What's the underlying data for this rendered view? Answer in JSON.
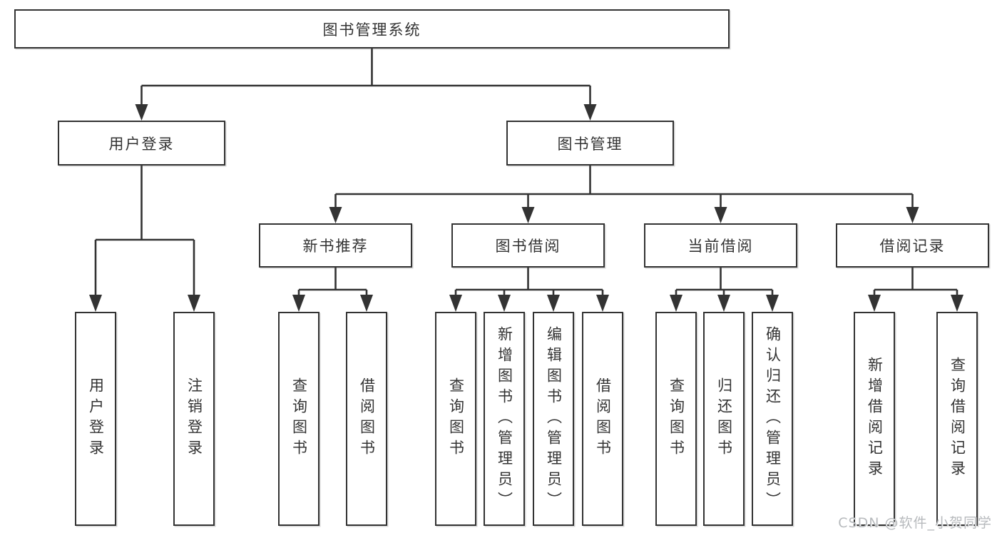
{
  "root": {
    "label": "图书管理系统"
  },
  "level2": {
    "user_login": {
      "label": "用户登录"
    },
    "book_mgmt": {
      "label": "图书管理"
    }
  },
  "level3": {
    "new_book": {
      "label": "新书推荐"
    },
    "borrow": {
      "label": "图书借阅"
    },
    "current": {
      "label": "当前借阅"
    },
    "records": {
      "label": "借阅记录"
    }
  },
  "leaves": {
    "user_login": {
      "label": "用户登录"
    },
    "logout": {
      "label": "注销登录"
    },
    "nb_query": {
      "label": "查询图书"
    },
    "nb_borrow": {
      "label": "借阅图书"
    },
    "bb_query": {
      "label": "查询图书"
    },
    "bb_add": {
      "label": "新增图书（管理员）"
    },
    "bb_edit": {
      "label": "编辑图书（管理员）"
    },
    "bb_borrow": {
      "label": "借阅图书"
    },
    "cb_query": {
      "label": "查询图书"
    },
    "cb_return": {
      "label": "归还图书"
    },
    "cb_confirm": {
      "label": "确认归还（管理员）"
    },
    "br_add": {
      "label": "新增借阅记录"
    },
    "br_query": {
      "label": "查询借阅记录"
    }
  },
  "watermark": "CSDN @软件_小贺同学",
  "colors": {
    "line": "#333333",
    "box_border": "#333333",
    "box_fill": "#ffffff",
    "text": "#333333",
    "watermark": "#b7babd"
  }
}
